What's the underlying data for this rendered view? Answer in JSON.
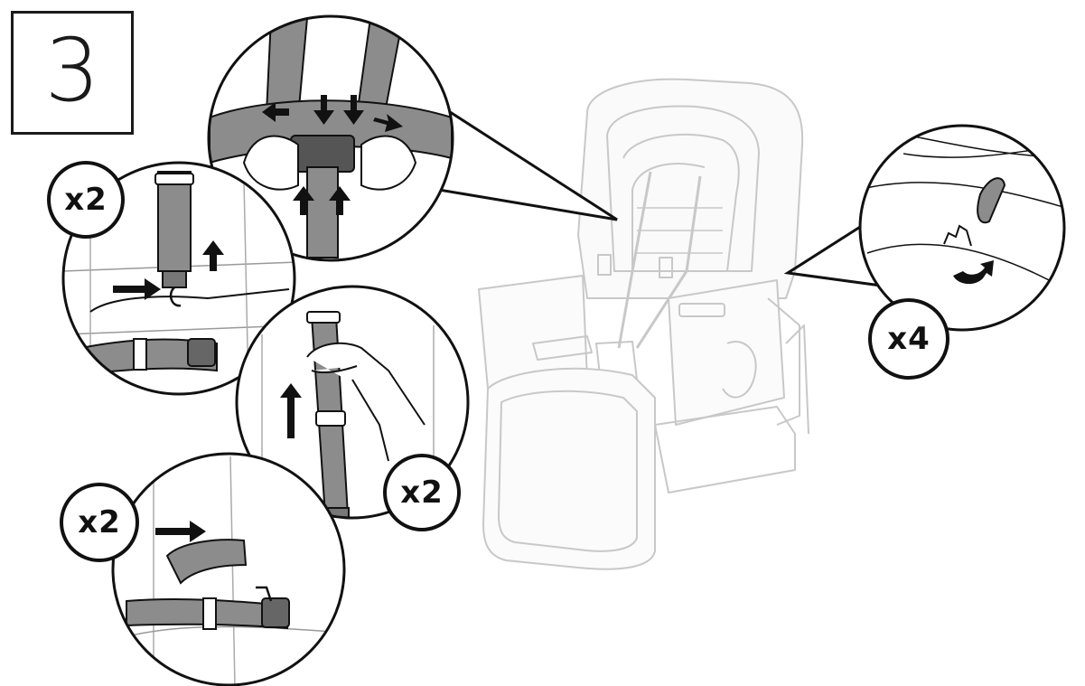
{
  "step": {
    "number": "3"
  },
  "badges": {
    "left_top": "x2",
    "middle": "x2",
    "left_bottom": "x2",
    "right": "x4"
  },
  "colors": {
    "line": "#111111",
    "strap": "#8c8c8c",
    "seat_faded": "#c8c8c8",
    "background": "#ffffff"
  }
}
